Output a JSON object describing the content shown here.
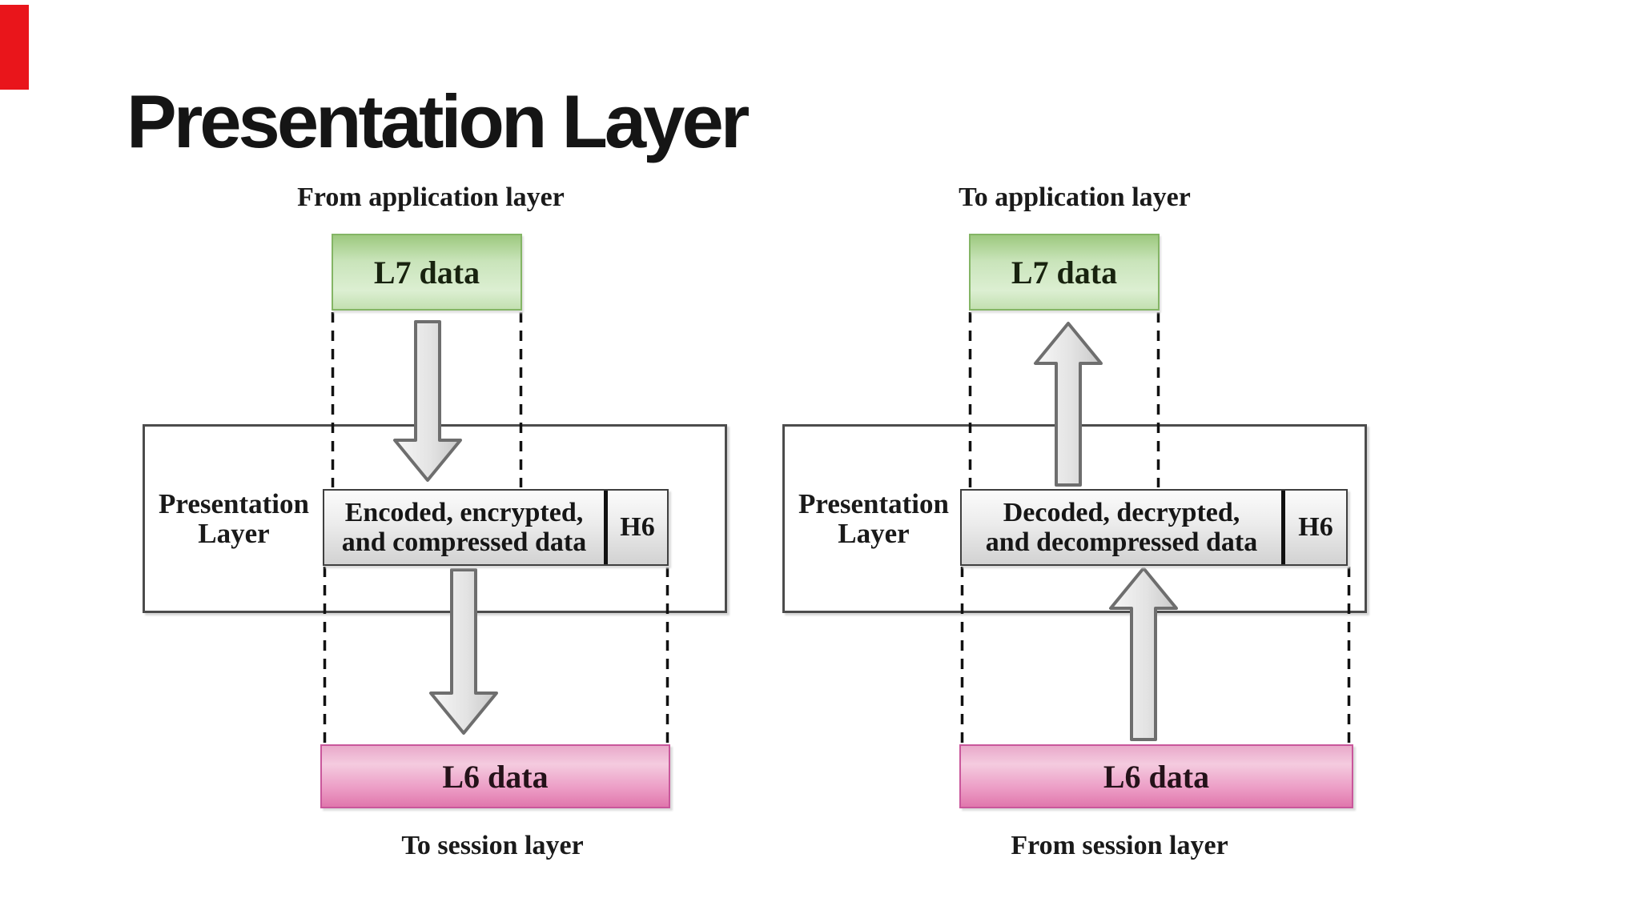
{
  "slide": {
    "title": "Presentation Layer"
  },
  "encapsulation": {
    "top_label": "From application layer",
    "l7_label": "L7 data",
    "layer_line1": "Presentation",
    "layer_line2": "Layer",
    "process_line1": "Encoded, encrypted,",
    "process_line2": "and compressed data",
    "header_label": "H6",
    "l6_label": "L6 data",
    "bottom_label": "To session layer"
  },
  "decapsulation": {
    "top_label": "To application layer",
    "l7_label": "L7 data",
    "layer_line1": "Presentation",
    "layer_line2": "Layer",
    "process_line1": "Decoded, decrypted,",
    "process_line2": "and decompressed data",
    "header_label": "H6",
    "l6_label": "L6 data",
    "bottom_label": "From session layer"
  },
  "colors": {
    "l7_box_green": "#c6e0b4",
    "l7_border_green": "#84b565",
    "l6_box_pink": "#ec93c0",
    "l6_border_pink": "#c9579b",
    "process_box_gray": "#e3e3e3",
    "outer_box_border": "#4c4c4c",
    "arrow_fill_gray": "#d9d9d9",
    "arrow_border_gray": "#6e6e6e",
    "dashed_line_black": "#111111",
    "marker_red": "#e9151b",
    "text_black": "#1a1a1a"
  }
}
